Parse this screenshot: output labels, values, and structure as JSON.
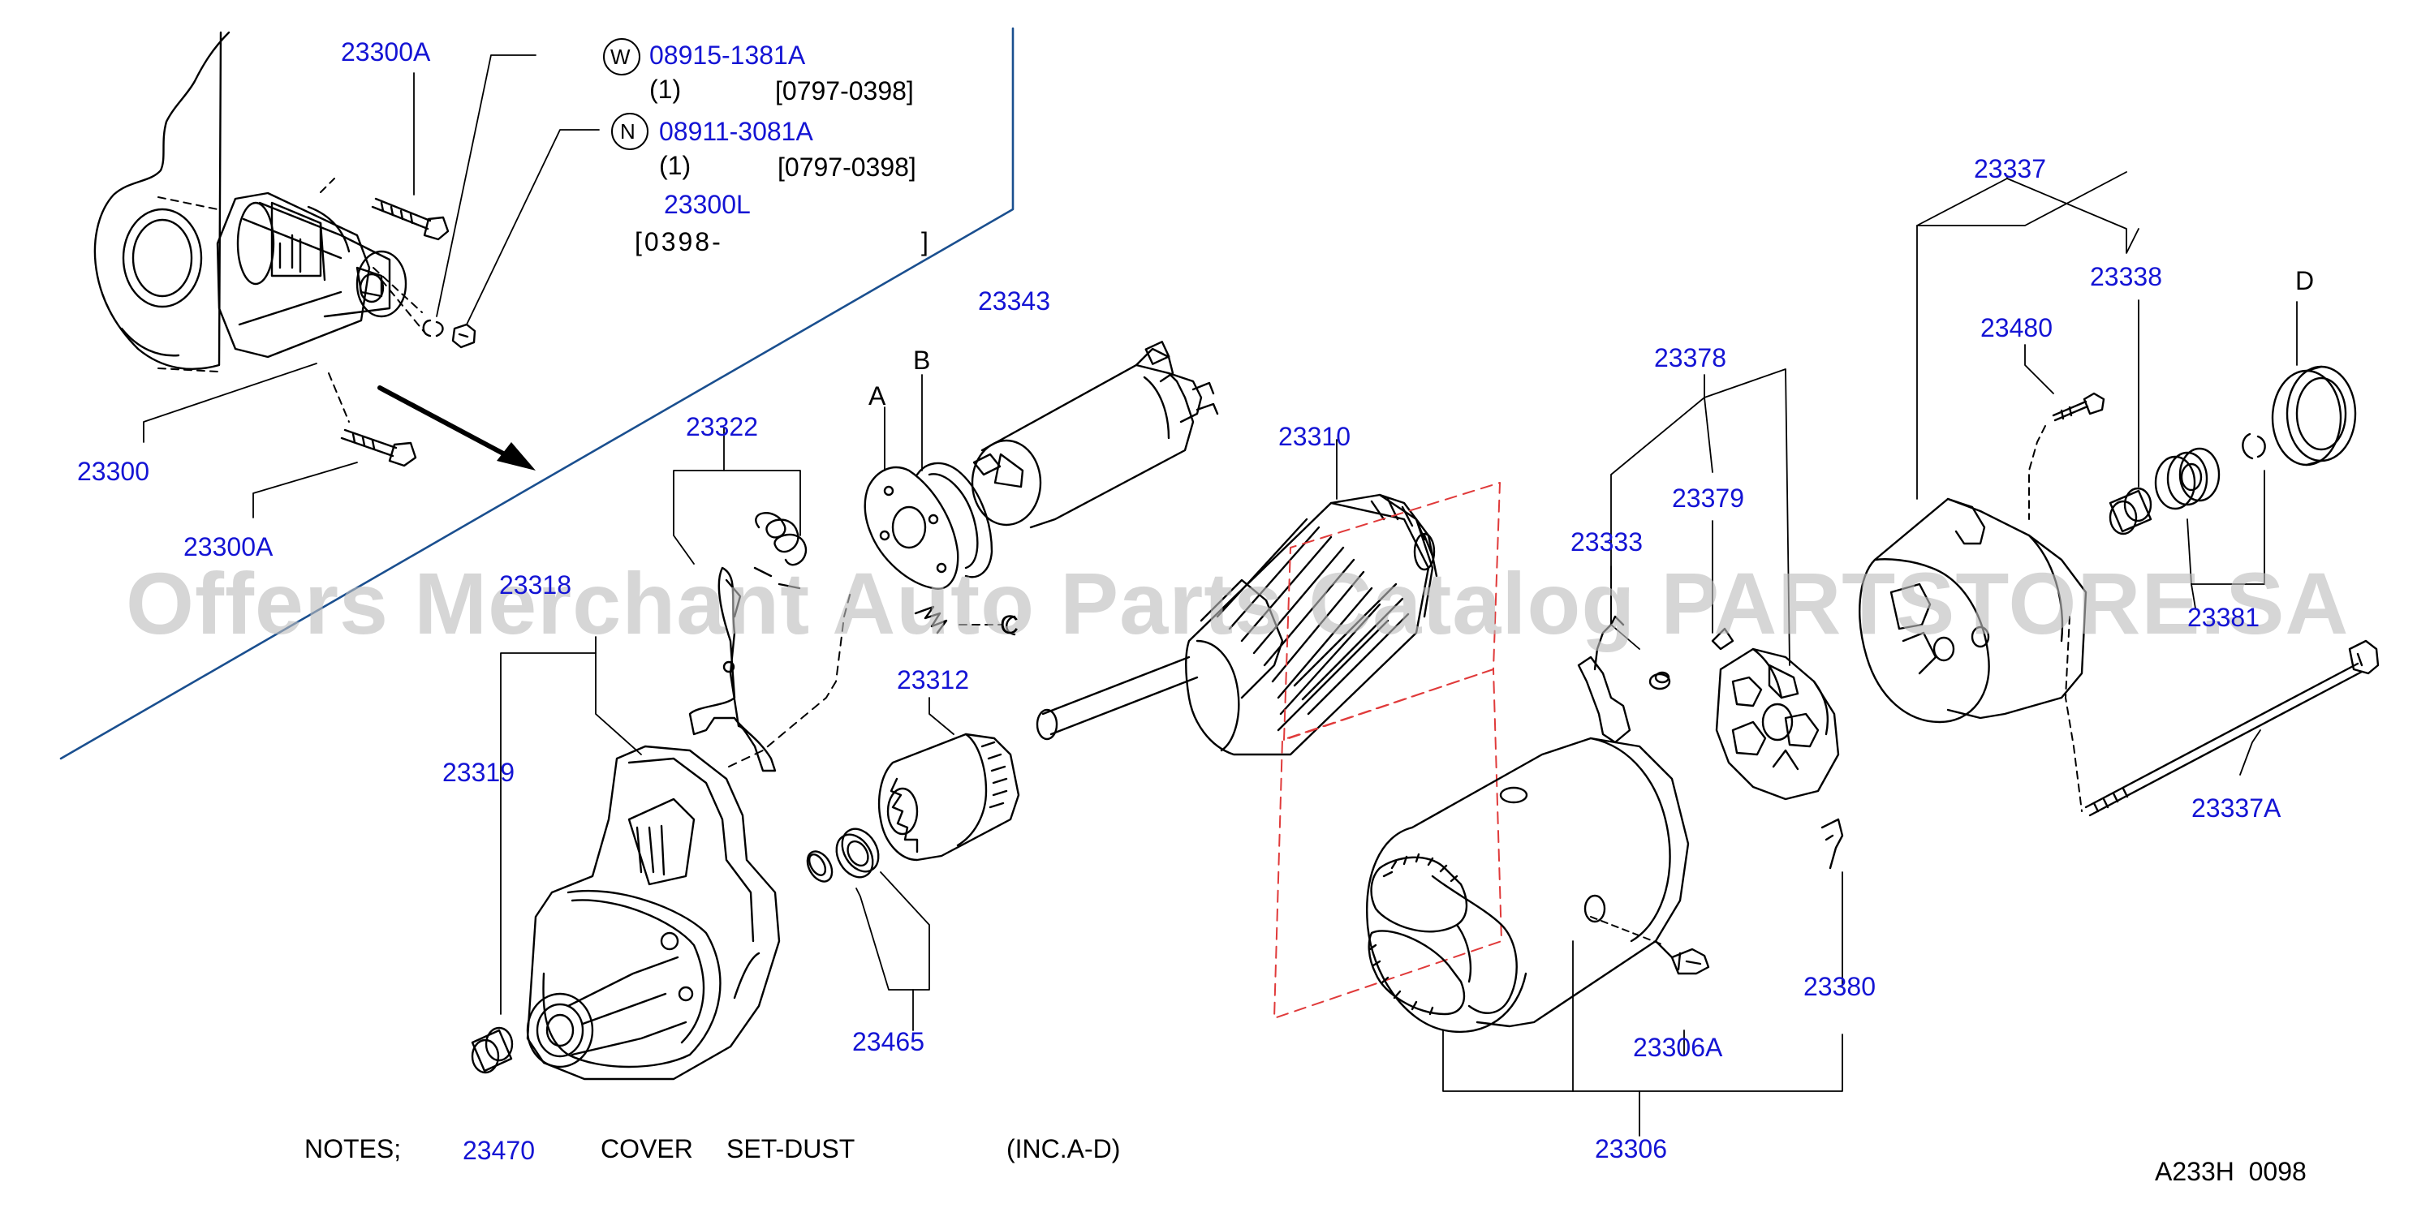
{
  "diagram": {
    "inset": {
      "part_numbers": {
        "bolt_upper": "23300A",
        "bolt_lower": "23300A",
        "starter": "23300"
      },
      "washer": {
        "symbol": "W",
        "part_number": "08915-1381A",
        "qty": "(1)",
        "date_range": "[0797-0398]"
      },
      "nut": {
        "symbol": "N",
        "part_number": "08911-3081A",
        "qty": "(1)",
        "date_range": "[0797-0398]"
      },
      "replacement": {
        "part_number": "23300L",
        "date_range_start": "[0398-",
        "date_range_end": "]"
      }
    },
    "parts": {
      "p23322": "23322",
      "p23318": "23318",
      "p23319": "23319",
      "p23343": "23343",
      "p23312": "23312",
      "p23465": "23465",
      "p23310": "23310",
      "p23378": "23378",
      "p23379": "23379",
      "p23333": "23333",
      "p23306": "23306",
      "p23306A": "23306A",
      "p23380": "23380",
      "p23337": "23337",
      "p23338": "23338",
      "p23480": "23480",
      "p23381": "23381",
      "p23337A": "23337A"
    },
    "letters": {
      "a": "A",
      "b": "B",
      "c": "C",
      "d": "D"
    },
    "notes": {
      "label": "NOTES;",
      "part_number": "23470",
      "word1": "COVER",
      "word2": "SET-DUST",
      "inc": "(INC.A-D)"
    },
    "code": "A233H  0098",
    "watermark": "Offers Merchant Auto Parts Catalog PARTSTORE.SA",
    "colors": {
      "part_label": "#1414d4",
      "line": "#000000",
      "frame": "#1a4f8f",
      "dashed_box": "#e03a3a",
      "watermark": "#bdbdbd"
    }
  }
}
